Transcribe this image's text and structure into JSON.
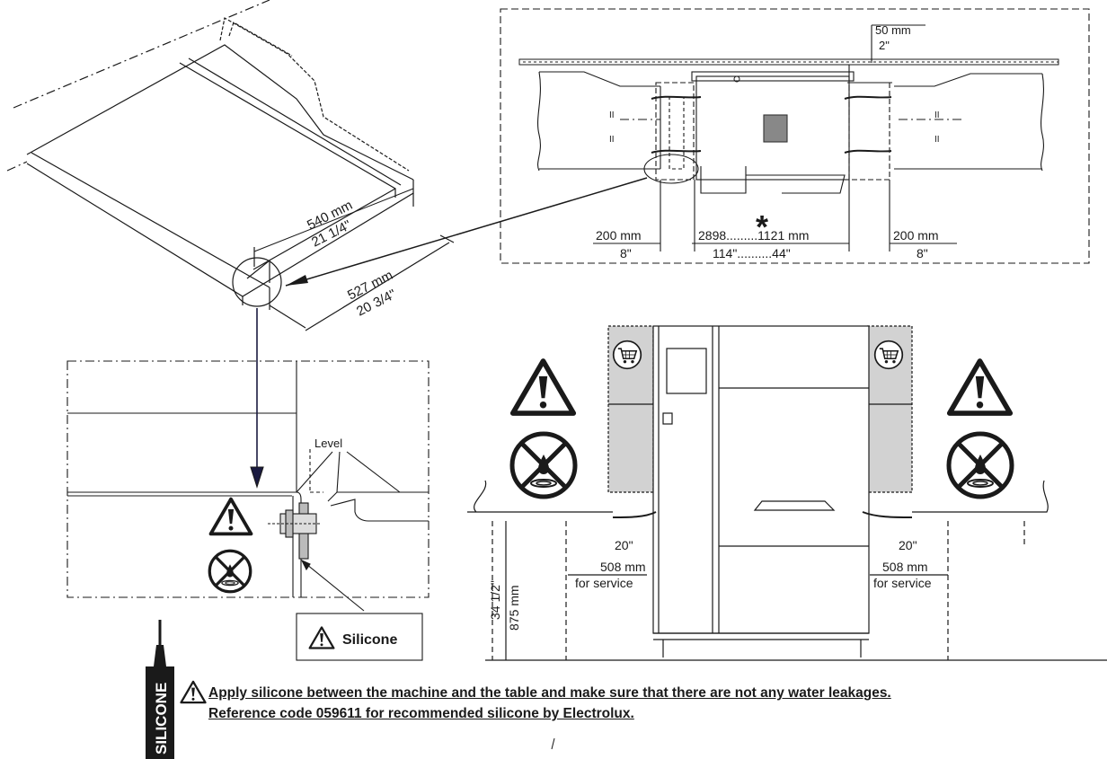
{
  "top_right": {
    "gap_mm": "50 mm",
    "gap_in": "2\"",
    "left_mm": "200 mm",
    "left_in": "8\"",
    "mid_mm": "2898.........1121 mm",
    "mid_in": "114\"..........44\"",
    "right_mm": "200 mm",
    "right_in": "8\"",
    "asterisk": "*"
  },
  "iso_view": {
    "width_mm": "540 mm",
    "width_in": "21 1/4\"",
    "depth_mm": "527 mm",
    "depth_in": "20 3/4\""
  },
  "detail_view": {
    "level_label": "Level",
    "silicone_label": "Silicone"
  },
  "front_view": {
    "height_in": "34 1/2\"",
    "height_mm": "875 mm",
    "left_in": "20\"",
    "left_mm": "508 mm",
    "left_service": "for service",
    "right_in": "20\"",
    "right_mm": "508 mm",
    "right_service": "for service"
  },
  "tube_label": "SILICONE",
  "notes": {
    "line1": "Apply silicone between the machine and the table and make sure that there are not any water leakages.",
    "line2": "Reference code 059611 for recommended silicone by Electrolux."
  },
  "icons": [
    "warning-triangle-icon",
    "no-water-icon",
    "shopping-cart-icon"
  ],
  "colors": {
    "ink": "#1a1a1a",
    "panel_grey": "#d2d2d2"
  }
}
